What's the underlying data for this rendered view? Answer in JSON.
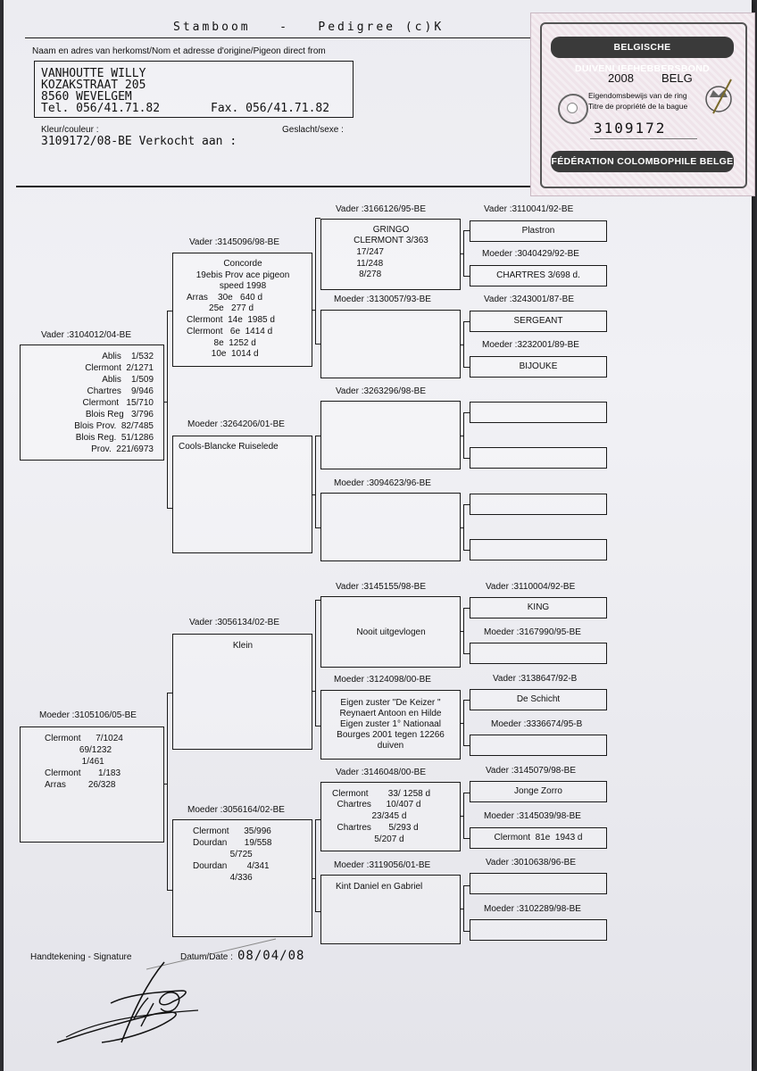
{
  "header": {
    "title": "Stamboom   -   Pedigree (c)K",
    "origin_label": "Naam en adres van herkomst/Nom et adresse d'origine/Pigeon direct from",
    "owner_line1": "VANHOUTTE WILLY",
    "owner_line2": "KOZAKSTRAAT 205",
    "owner_line3": "8560 WEVELGEM",
    "owner_tel": "Tel. 056/41.71.82",
    "owner_fax": "Fax. 056/41.71.82",
    "color_label": "Kleur/couleur :",
    "sex_label": "Geslacht/sexe :",
    "ring_sold": "3109172/08-BE Verkocht aan :"
  },
  "sticker": {
    "top_band": "BELGISCHE DUIVENLIEFHEBBERSBOND",
    "year": "2008",
    "country": "BELG",
    "line1": "Eigendomsbewijs van de ring",
    "line2": "Titre de propriété de la bague",
    "ring_number": "3109172",
    "bottom_band": "FÉDÉRATION COLOMBOPHILE BELGE"
  },
  "sire": {
    "label": "Vader :3104012/04-BE",
    "results": [
      "Ablis    1/532",
      "Clermont  2/1271",
      "Ablis    1/509",
      "Chartres    9/946",
      "Clermont   15/710",
      "Blois Reg   3/796",
      "Blois Prov.  82/7485",
      "Blois Reg.  51/1286",
      "Prov.  221/6973"
    ]
  },
  "dam": {
    "label": "Moeder :3105106/05-BE",
    "results": [
      "Clermont      7/1024",
      "              69/1232",
      "               1/461",
      "Clermont       1/183",
      "Arras         26/328"
    ]
  },
  "gen2": {
    "ss": {
      "label": "Vader :3145096/98-BE",
      "lines": [
        "Concorde",
        "19ebis Prov ace pigeon",
        "speed 1998",
        "Arras    30e   640 d",
        "         25e   277 d",
        "Clermont  14e  1985 d",
        "Clermont   6e  1414 d",
        "           8e  1252 d",
        "          10e  1014 d"
      ]
    },
    "sd": {
      "label": "Moeder :3264206/01-BE",
      "lines": [
        "Cools-Blancke Ruiselede"
      ]
    },
    "ds": {
      "label": "Vader :3056134/02-BE",
      "lines": [
        "Klein"
      ]
    },
    "dd": {
      "label": "Moeder :3056164/02-BE",
      "lines": [
        "Clermont      35/996",
        "Dourdan       19/558",
        "               5/725",
        "Dourdan        4/341",
        "               4/336"
      ]
    }
  },
  "gen3": [
    {
      "label": "Vader :3166126/95-BE",
      "lines": [
        "GRINGO",
        "CLERMONT 3/363",
        "            17/247",
        "            11/248",
        "             8/278"
      ]
    },
    {
      "label": "Moeder :3130057/93-BE",
      "lines": []
    },
    {
      "label": "Vader :3263296/98-BE",
      "lines": []
    },
    {
      "label": "Moeder :3094623/96-BE",
      "lines": []
    },
    {
      "label": "Vader :3145155/98-BE",
      "lines": [
        "Nooit uitgevlogen"
      ]
    },
    {
      "label": "Moeder :3124098/00-BE",
      "lines": [
        "Eigen zuster \"De Keizer \"",
        "Reynaert Antoon en Hilde",
        "Eigen zuster 1° Nationaal",
        "Bourges 2001 tegen 12266",
        "duiven"
      ]
    },
    {
      "label": "Vader :3146048/00-BE",
      "lines": [
        "Clermont        33/ 1258 d",
        "  Chartres      10/407 d",
        "                23/345 d",
        "  Chartres       5/293 d",
        "                 5/207 d"
      ]
    },
    {
      "label": "Moeder :3119056/01-BE",
      "lines": [
        "Kint Daniel en Gabriel"
      ]
    }
  ],
  "gen4": [
    {
      "label": "Vader :3110041/92-BE",
      "text": "Plastron"
    },
    {
      "label": "Moeder :3040429/92-BE",
      "text": "CHARTRES 3/698 d."
    },
    {
      "label": "Vader :3243001/87-BE",
      "text": "SERGEANT"
    },
    {
      "label": "Moeder :3232001/89-BE",
      "text": "BIJOUKE"
    },
    {
      "label": "",
      "text": ""
    },
    {
      "label": "",
      "text": ""
    },
    {
      "label": "",
      "text": ""
    },
    {
      "label": "",
      "text": ""
    },
    {
      "label": "Vader :3110004/92-BE",
      "text": "KING"
    },
    {
      "label": "Moeder :3167990/95-BE",
      "text": ""
    },
    {
      "label": "Vader :3138647/92-B",
      "text": "De Schicht"
    },
    {
      "label": "Moeder :3336674/95-B",
      "text": ""
    },
    {
      "label": "Vader :3145079/98-BE",
      "text": "Jonge Zorro"
    },
    {
      "label": "Moeder :3145039/98-BE",
      "text": "Clermont  81e  1943 d"
    },
    {
      "label": "Vader :3010638/96-BE",
      "text": ""
    },
    {
      "label": "Moeder :3102289/98-BE",
      "text": ""
    }
  ],
  "footer": {
    "signature_label": "Handtekening - Signature",
    "date_label": "Datum/Date :",
    "date_value": "08/04/08"
  }
}
